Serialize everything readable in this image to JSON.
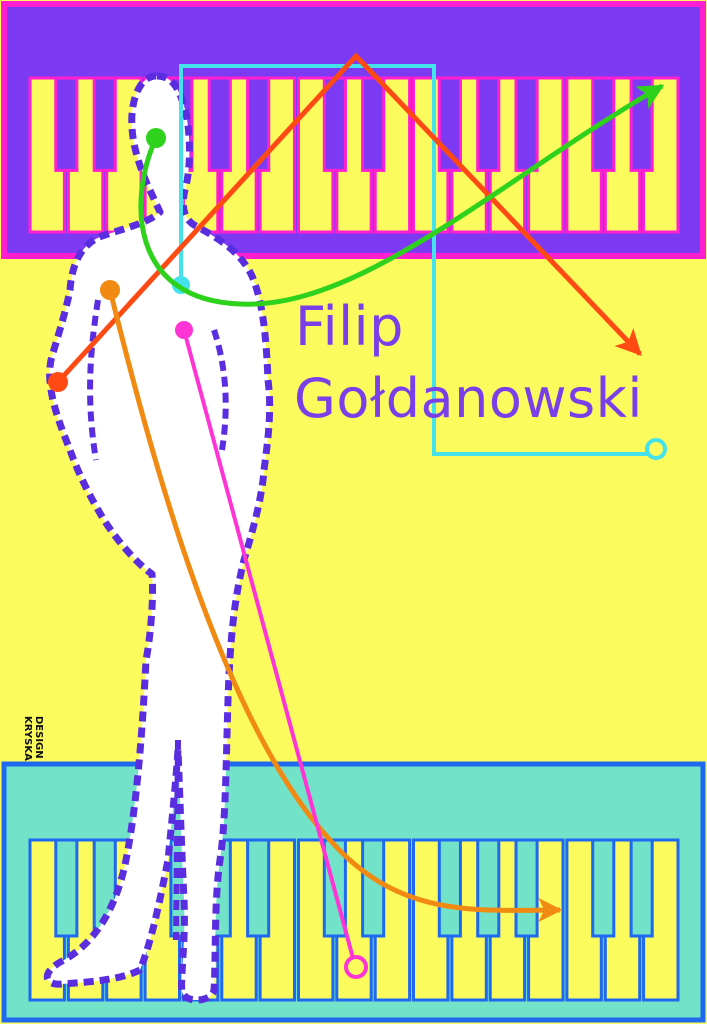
{
  "poster": {
    "first_name": "Filip",
    "last_name": "Gołdanowski",
    "credit_line_1": "DESIGN",
    "credit_line_2": "KRYSKA"
  },
  "colors": {
    "background_yellow": "#fbfb5e",
    "top_band": "#7c3bf3",
    "top_band_border": "#ff1fd0",
    "bottom_band": "#72e2c9",
    "bottom_band_border": "#1f68f0",
    "key_fill": "#fbfb5e",
    "figure": "#ffffff",
    "figure_outline": "#5a2ee0",
    "title_text": "#7a3fe8",
    "arrow_red": "#ff4a14",
    "arrow_green": "#2ed11c",
    "line_cyan": "#44e2ea",
    "arrow_orange": "#f08a12",
    "line_magenta": "#ff34d4"
  },
  "icons": [
    "piano-keyboard-icon",
    "human-figure-icon",
    "arrow-icon"
  ]
}
